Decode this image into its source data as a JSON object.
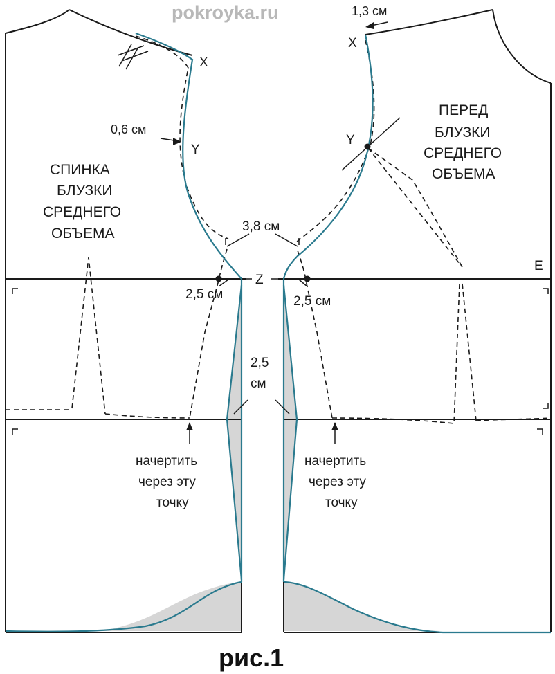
{
  "watermark": "pokroyka.ru",
  "caption": "рис.1",
  "back": {
    "title_lines": [
      "СПИНКА",
      "БЛУЗКИ",
      "СРЕДНЕГО",
      "ОБЪЕМА"
    ]
  },
  "front": {
    "title_lines": [
      "ПЕРЕД",
      "БЛУЗКИ",
      "СРЕДНЕГО",
      "ОБЪЕМА"
    ]
  },
  "points": {
    "x_back": "X",
    "y_back": "Y",
    "x_front": "X",
    "y_front": "Y",
    "z": "Z",
    "e": "E"
  },
  "measurements": {
    "shoulder_shift": "1,3 см",
    "armhole_back": "0,6 см",
    "armhole_gap": "3,8 см",
    "side_back": "2,5 см",
    "side_front": "2,5 см",
    "waist_gap_line1": "2,5",
    "waist_gap_line2": "см"
  },
  "notes": {
    "back_note_lines": [
      "начертить",
      "через эту",
      "точку"
    ],
    "front_note_lines": [
      "начертить",
      "через эту",
      "точку"
    ]
  },
  "colors": {
    "outline": "#1a1a1a",
    "new_contour": "#2a7a8e",
    "shading": "#d6d6d6",
    "watermark": "#b8b8b8"
  }
}
